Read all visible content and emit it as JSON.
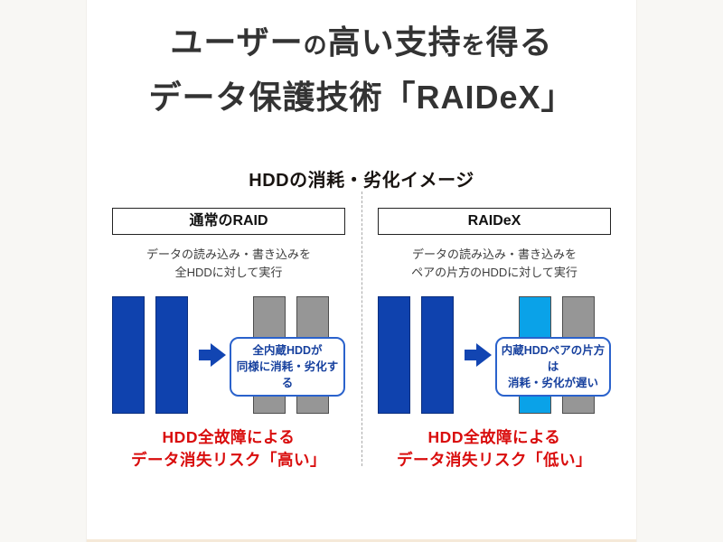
{
  "title": {
    "line1_segments": [
      {
        "text": "ユーザー"
      },
      {
        "text": "の"
      },
      {
        "text": "高い"
      },
      {
        "text": "支持"
      },
      {
        "text": "を"
      },
      {
        "text": "得る"
      }
    ],
    "line2": "データ保護技術「RAIDeX」"
  },
  "section": {
    "heading": "HDDの消耗・劣化イメージ"
  },
  "panels": [
    {
      "header": "通常のRAID",
      "desc_line1": "データの読み込み・書き込みを",
      "desc_line2": "全HDDに対して実行",
      "callout_line1": "全内蔵HDDが",
      "callout_line2": "同様に消耗・劣化する",
      "result_line1": "HDD全故障による",
      "result_line2": "データ消失リスク「高い」",
      "faded_bar_colors": [
        "gray",
        "gray"
      ]
    },
    {
      "header": "RAIDeX",
      "desc_line1": "データの読み込み・書き込みを",
      "desc_line2": "ペアの片方のHDDに対して実行",
      "callout_line1": "内蔵HDDペアの片方は",
      "callout_line2": "消耗・劣化が遅い",
      "result_line1": "HDD全故障による",
      "result_line2": "データ消失リスク「低い」",
      "faded_bar_colors": [
        "cyan",
        "gray"
      ]
    }
  ],
  "colors": {
    "title_text": "#333333",
    "hdd_new_blue": "#0f42ae",
    "hdd_worn_gray": "#969696",
    "hdd_healthy_cyan": "#0aa2e8",
    "arrow_blue": "#1245b2",
    "callout_border_blue": "#2a62cc",
    "callout_text_blue": "#16409e",
    "result_red": "#d90d0d",
    "page_background": "#f8f7f4",
    "card_background": "#ffffff",
    "bottom_line": "#f5e9d8"
  }
}
